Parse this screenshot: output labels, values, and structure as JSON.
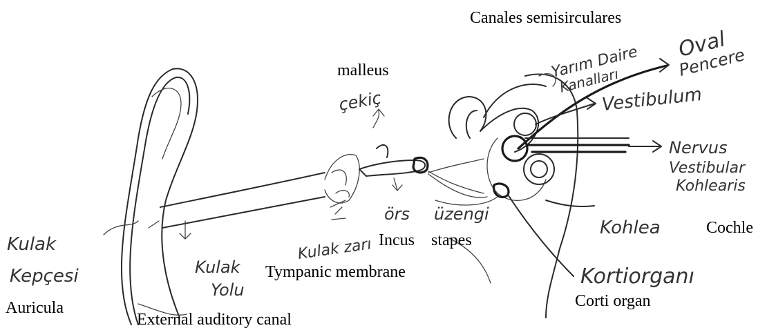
{
  "labels_en": {
    "canales": "Canales semisirculares",
    "malleus": "malleus",
    "incus": "Incus",
    "stapes": "stapes",
    "tympanic": "Tympanic membrane",
    "auricula": "Auricula",
    "external_canal": "External auditory canal",
    "cochle": "Cochle",
    "corti": "Corti organ"
  },
  "labels_handwritten": {
    "yarim_line1": "Yarım Daire",
    "yarim_line2": "Kanalları",
    "oval_line1": "Oval",
    "oval_line2": "Pencere",
    "vestibulum": "Vestibulum",
    "nervus_line1": "Nervus",
    "nervus_line2": "Vestibular",
    "nervus_line3": "Kohlearis",
    "cekic": "çekiç",
    "ors": "örs",
    "uzengi": "üzengi",
    "kulakzari": "Kulak zarı",
    "kulak_yolu_line1": "Kulak",
    "kulak_yolu_line2": "Yolu",
    "kulak_kepcesi_line1": "Kulak",
    "kulak_kepcesi_line2": "Kepçesi",
    "kohlea": "Kohlea",
    "kortiorgani": "Kortiorganı"
  }
}
